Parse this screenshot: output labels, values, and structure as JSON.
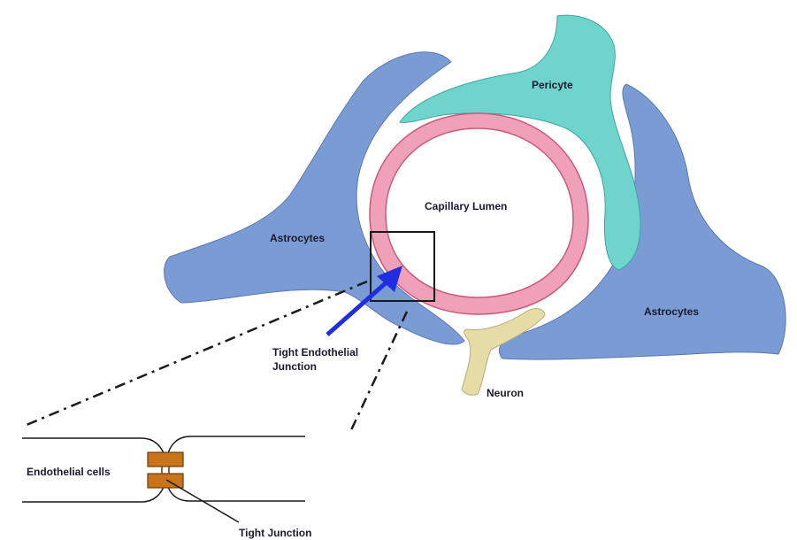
{
  "labels": {
    "pericyte": "Pericyte",
    "capillary_lumen": "Capillary Lumen",
    "astrocytes_left": "Astrocytes",
    "astrocytes_right": "Astrocytes",
    "neuron": "Neuron",
    "tight_endothelial_line1": "Tight Endothelial",
    "tight_endothelial_line2": "Junction",
    "endothelial_cells": "Endothelial cells",
    "tight_junction": "Tight Junction"
  },
  "colors": {
    "astrocyte": "#7b9bd4",
    "pericyte": "#6fd4cc",
    "endothelium": "#f0a0b8",
    "neuron": "#e6dca6",
    "junction": "#c8741a",
    "arrow": "#1f2ee0",
    "outline": "#2b2b3a"
  }
}
